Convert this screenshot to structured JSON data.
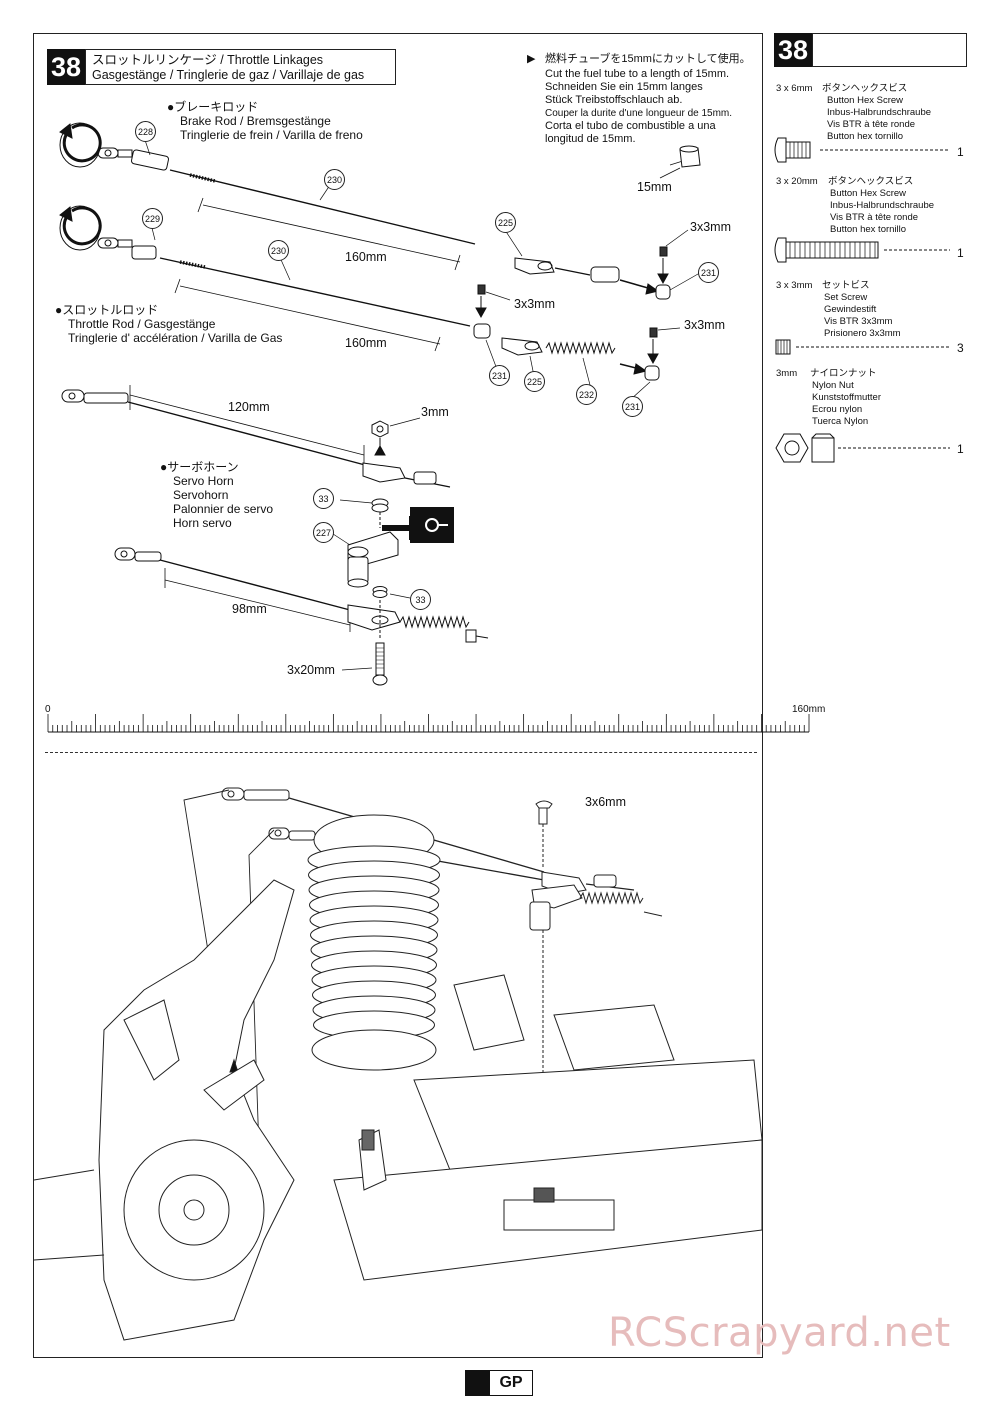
{
  "step": {
    "number": "38",
    "title_line1": "スロットルリンケージ / Throttle Linkages",
    "title_line2": "Gasgestänge / Tringlerie de gaz / Varillaje de gas"
  },
  "note": {
    "lines": [
      "燃料チューブを15mmにカットして使用。",
      "Cut the fuel tube to a length of 15mm.",
      "Schneiden Sie ein 15mm langes",
      "Stück Treibstoffschlauch ab.",
      "Couper la durite d'une longueur de 15mm.",
      "Corta el tubo de combustible a una",
      "longitud de 15mm."
    ],
    "tube_length": "15mm"
  },
  "brake_rod": {
    "heading": "ブレーキロッド",
    "lines": [
      "Brake Rod / Bremsgestänge",
      "Tringlerie de frein / Varilla de freno"
    ]
  },
  "throttle_rod": {
    "heading": "スロットルロッド",
    "lines": [
      "Throttle Rod / Gasgestänge",
      "Tringlerie d' accélération / Varilla de Gas"
    ]
  },
  "servo_horn": {
    "heading": "サーボホーン",
    "lines": [
      "Servo Horn",
      "Servohorn",
      "Palonnier de servo",
      "Horn servo"
    ]
  },
  "callouts": {
    "c228": "228",
    "c229": "229",
    "c230a": "230",
    "c230b": "230",
    "c225a": "225",
    "c225b": "225",
    "c231a": "231",
    "c231b": "231",
    "c231c": "231",
    "c232": "232",
    "c227": "227",
    "c33a": "33",
    "c33b": "33"
  },
  "dims": {
    "brake_len": "160mm",
    "throttle_len": "160mm",
    "servo_rod_len": "120mm",
    "short_rod_len": "98mm",
    "setscrew1": "3x3mm",
    "setscrew2": "3x3mm",
    "setscrew3": "3x3mm",
    "nut": "3mm",
    "screw20": "3x20mm",
    "screw6": "3x6mm"
  },
  "ruler": {
    "start": "0",
    "end": "160mm"
  },
  "parts_panel": {
    "step": "38",
    "items": [
      {
        "size": "3 x 6mm",
        "jp": "ボタンヘックスビス",
        "names": [
          "Button Hex Screw",
          "Inbus-Halbrundschraube",
          "Vis BTR à tête ronde",
          "Button hex tornillo"
        ],
        "qty": "1"
      },
      {
        "size": "3 x 20mm",
        "jp": "ボタンヘックスビス",
        "names": [
          "Button Hex Screw",
          "Inbus-Halbrundschraube",
          "Vis BTR à tête ronde",
          "Button hex tornillo"
        ],
        "qty": "1"
      },
      {
        "size": "3 x 3mm",
        "jp": "セットビス",
        "names": [
          "Set Screw",
          "Gewindestift",
          "Vis BTR 3x3mm",
          "Prisionero 3x3mm"
        ],
        "qty": "3"
      },
      {
        "size": "3mm",
        "jp": "ナイロンナット",
        "names": [
          "Nylon Nut",
          "Kunststoffmutter",
          "Ecrou nylon",
          "Tuerca Nylon"
        ],
        "qty": "1"
      }
    ]
  },
  "footer": {
    "badge": "GP"
  },
  "watermark": "RCScrapyard.net",
  "colors": {
    "ink": "#111111",
    "watermark": "#e6bcbc"
  },
  "icons": [
    "rotate-arrow-icon",
    "servo-symbol-icon",
    "arrow-down-icon",
    "triangle-arrow-icon",
    "gp-engine-icon"
  ]
}
